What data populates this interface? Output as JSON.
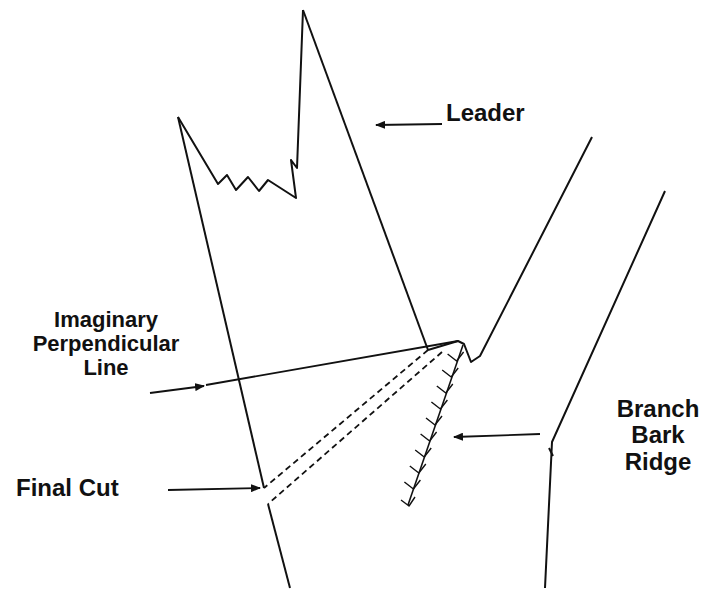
{
  "diagram": {
    "labels": [
      "Leader",
      "Imaginary Perpendicular Line",
      "Final Cut",
      "Branch Bark Ridge"
    ]
  }
}
